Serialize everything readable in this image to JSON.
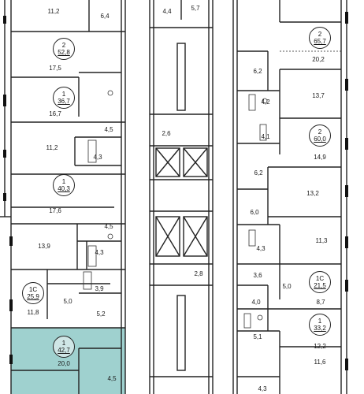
{
  "highlight_color": "#9fd1cf",
  "apartments": [
    {
      "id": "2",
      "area": "52,8"
    },
    {
      "id": "1",
      "area": "36,7"
    },
    {
      "id": "1",
      "area": "40,3"
    },
    {
      "id": "1С",
      "area": "25,9"
    },
    {
      "id": "1",
      "area": "42,7",
      "selected": true
    },
    {
      "id": "2",
      "area": "65,7"
    },
    {
      "id": "2",
      "area": "60,0"
    },
    {
      "id": "1С",
      "area": "21,5"
    },
    {
      "id": "1",
      "area": "33,2"
    }
  ],
  "room_areas": [
    "11,2",
    "6,4",
    "17,5",
    "16,7",
    "4,5",
    "11,2",
    "4,3",
    "17,6",
    "4,5",
    "13,9",
    "4,3",
    "3,9",
    "5,0",
    "11,8",
    "5,2",
    "20,0",
    "4,5",
    "4,4",
    "5,7",
    "2,6",
    "2,8",
    "20,2",
    "6,2",
    "4,2",
    "13,7",
    "4,1",
    "14,9",
    "6,2",
    "13,2",
    "6,0",
    "11,3",
    "4,3",
    "3,6",
    "5,0",
    "8,7",
    "4,0",
    "12,2",
    "5,1",
    "11,6",
    "4,3"
  ]
}
